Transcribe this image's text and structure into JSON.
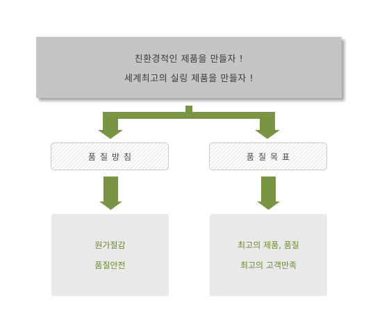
{
  "colors": {
    "arrow_green": "#7a9445",
    "text_green": "#6b8a2a",
    "header_bg": "#c5c5c5",
    "content_bg": "#e9e9e9"
  },
  "header": {
    "line1": "친환경적인 제품을 만들자 !",
    "line2": "세계최고의 실링 제품을 만들자 !"
  },
  "left": {
    "label": "품질방침",
    "items": [
      "원가절감",
      "품질안전"
    ]
  },
  "right": {
    "label": "품질목표",
    "items": [
      "최고의 제품, 품질",
      "최고의 고객만족"
    ]
  }
}
